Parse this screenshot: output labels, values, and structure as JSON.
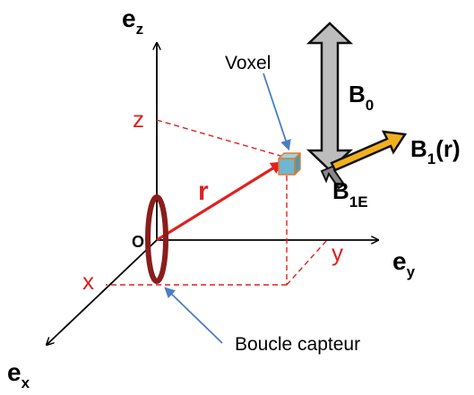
{
  "labels": {
    "ez": "e",
    "ez_sub": "z",
    "ey": "e",
    "ey_sub": "y",
    "ex": "e",
    "ex_sub": "x",
    "origin": "O",
    "z": "z",
    "y": "y",
    "x": "x",
    "r": "r",
    "voxel": "Voxel",
    "b0": "B",
    "b0_sub": "0",
    "b1e": "B",
    "b1e_sub": "1E",
    "b1r": "B",
    "b1r_sub": "1",
    "b1r_arg": "(r)",
    "loop": "Boucle capteur"
  },
  "colors": {
    "axis": "#000000",
    "red": "#e02020",
    "loop": "#8b1c1c",
    "voxel_fill": "#6fb6cf",
    "voxel_edge": "#e07a2c",
    "b0_fill": "#bdbdbd",
    "b1_fill": "#f2b01e",
    "callout": "#4a7ec4"
  }
}
